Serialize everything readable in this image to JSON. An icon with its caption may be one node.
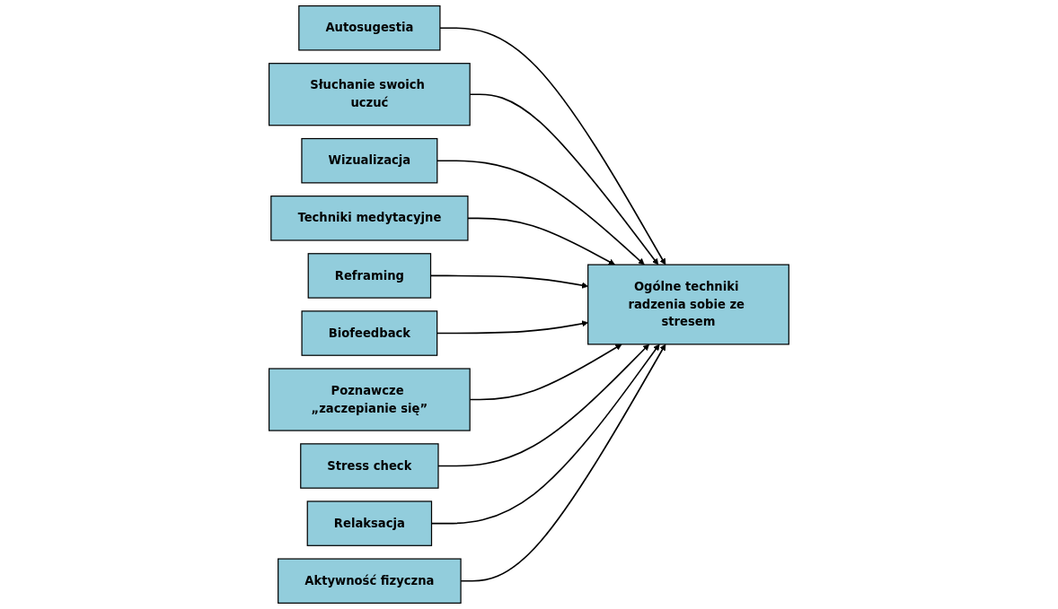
{
  "diagram": {
    "nodes": [
      {
        "text": [
          "Autosugestia"
        ]
      },
      {
        "text": [
          "Słuchanie swoich uczuć"
        ]
      },
      {
        "text": [
          "Wizualizacja"
        ]
      },
      {
        "text": [
          "Techniki medytacyjne"
        ]
      },
      {
        "text": [
          "Ogólne techniki radzenia sobie ze stresem"
        ]
      },
      {
        "text": [
          "Reframing"
        ]
      },
      {
        "text": [
          "Biofeedback"
        ]
      },
      {
        "text": [
          "Poznawcze „zaczepianie się”"
        ]
      },
      {
        "text": [
          "Stress check"
        ]
      },
      {
        "text": [
          "Relaksacja"
        ]
      },
      {
        "text": [
          "Aktywność fizyczna"
        ]
      }
    ],
    "edges": [
      {
        "from": 0,
        "to": 4,
        "arrow": "to"
      },
      {
        "from": 1,
        "to": 4,
        "arrow": "to"
      },
      {
        "from": 2,
        "to": 4,
        "arrow": "to"
      },
      {
        "from": 3,
        "to": 4,
        "arrow": "to"
      },
      {
        "from": 5,
        "to": 4,
        "arrow": "to"
      },
      {
        "from": 6,
        "to": 4,
        "arrow": "to"
      },
      {
        "from": 7,
        "to": 4,
        "arrow": "to"
      },
      {
        "from": 8,
        "to": 4,
        "arrow": "to"
      },
      {
        "from": 9,
        "to": 4,
        "arrow": "to"
      },
      {
        "from": 10,
        "to": 4,
        "arrow": "to"
      }
    ]
  }
}
